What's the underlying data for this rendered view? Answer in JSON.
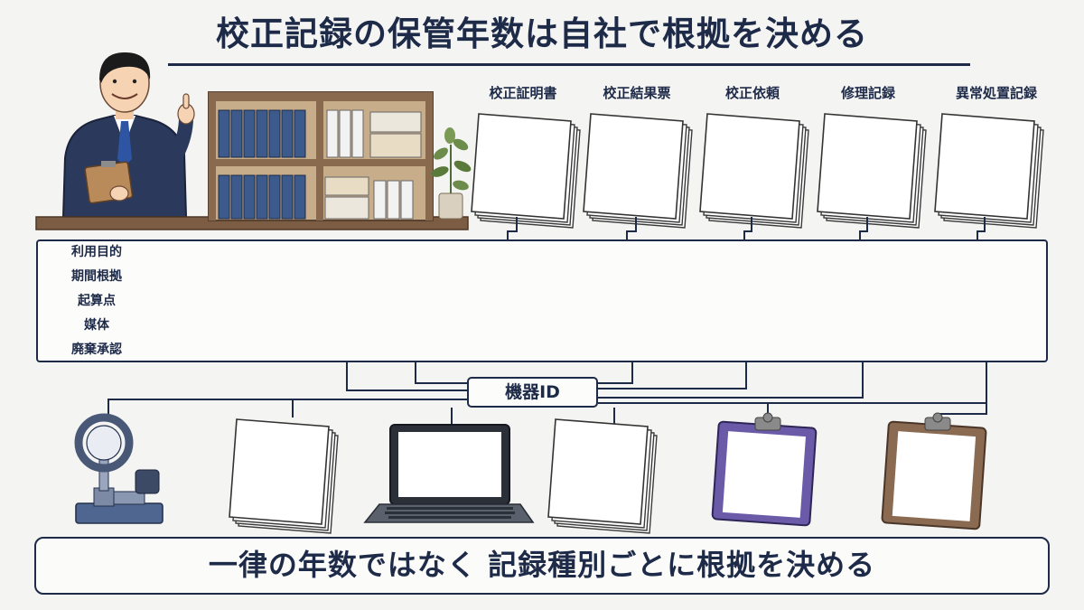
{
  "title": "校正記録の保管年数は自社で根拠を決める",
  "record_types": [
    "校正証明書",
    "校正結果票",
    "校正依頼",
    "修理記録",
    "異常処置記録"
  ],
  "row_labels": [
    "利用目的",
    "期間根拠",
    "起算点",
    "媒体",
    "廃棄承認"
  ],
  "hub_label": "機器ID",
  "footer": "一律の年数ではなく 記録種別ごとに根拠を決める",
  "colors": {
    "navy": "#1d2a48",
    "binder_blue": "#3d5a8c",
    "shelf_wood": "#8a6a4e",
    "clipboard_purple": "#6a5aa8",
    "clipboard_brown": "#8a6a50"
  },
  "media_items": [
    "gauge-instrument",
    "paper-stack",
    "laptop",
    "paper-stack",
    "clipboard-purple",
    "clipboard-brown"
  ]
}
